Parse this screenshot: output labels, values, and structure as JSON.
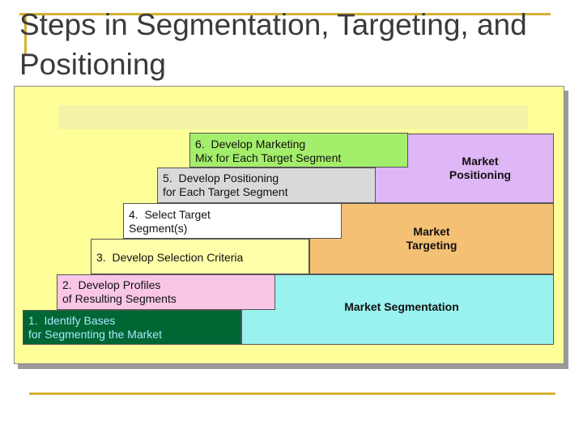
{
  "slide": {
    "title": "Steps in Segmentation, Targeting, and Positioning"
  },
  "steps": [
    {
      "label": "1.  Identify Bases\nfor Segmenting the Market",
      "color": "#006633"
    },
    {
      "label": "2.  Develop Profiles\nof Resulting Segments",
      "color": "#f9c6e6"
    },
    {
      "label": "3.  Develop Selection Criteria",
      "color": "#ffffaa"
    },
    {
      "label": "4.  Select Target\nSegment(s)",
      "color": "#ffffff"
    },
    {
      "label": "5.  Develop Positioning\nfor Each Target Segment",
      "color": "#d9d9d9"
    },
    {
      "label": "6.  Develop Marketing\nMix for Each Target Segment",
      "color": "#a3ee6b"
    }
  ],
  "phases": {
    "segmentation": {
      "label": "Market Segmentation",
      "color": "#99f2ee"
    },
    "targeting": {
      "label": "Market\nTargeting",
      "color": "#f4c074"
    },
    "positioning": {
      "label": "Market\nPositioning",
      "color": "#dfb6f6"
    }
  }
}
